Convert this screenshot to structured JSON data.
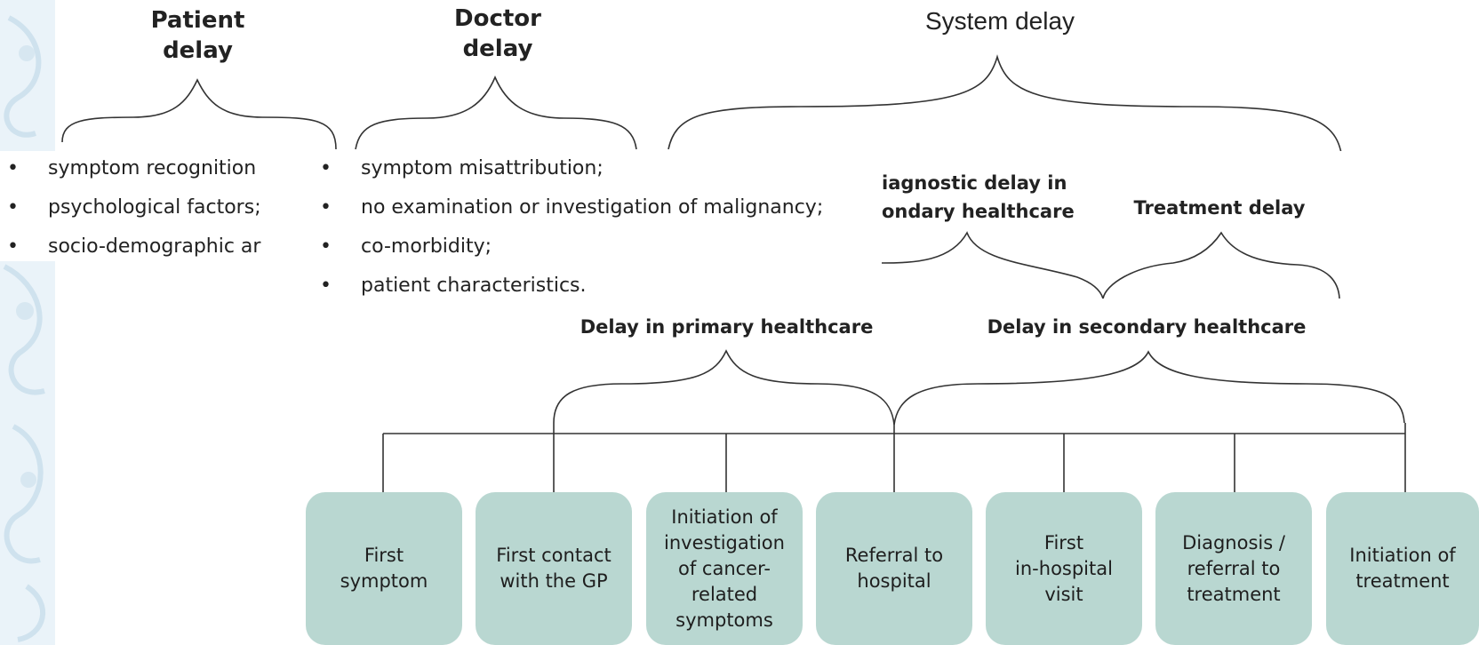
{
  "headers": {
    "patient_delay": "Patient\ndelay",
    "doctor_delay": "Doctor\ndelay",
    "system_delay": "System delay",
    "diagnostic_delay": "iagnostic delay in\nondary healthcare",
    "treatment_delay": "Treatment delay",
    "primary_delay": "Delay in primary healthcare",
    "secondary_delay": "Delay in secondary healthcare"
  },
  "patient_factors": [
    "symptom recognition",
    "psychological factors;",
    "socio-demographic ar"
  ],
  "doctor_factors": [
    "symptom misattribution;",
    "no examination or investigation of malignancy;",
    "co-morbidity;",
    "patient characteristics."
  ],
  "timeline_nodes": [
    "First\nsymptom",
    "First contact\nwith the GP",
    "Initiation of\ninvestigation\nof cancer-\nrelated\nsymptoms",
    "Referral to\nhospital",
    "First\nin-hospital\nvisit",
    "Diagnosis /\nreferral to\ntreatment",
    "Initiation of\ntreatment"
  ],
  "colors": {
    "node_fill": "#b9d7d1",
    "line": "#333333",
    "decoration": "#dbe9f2"
  }
}
